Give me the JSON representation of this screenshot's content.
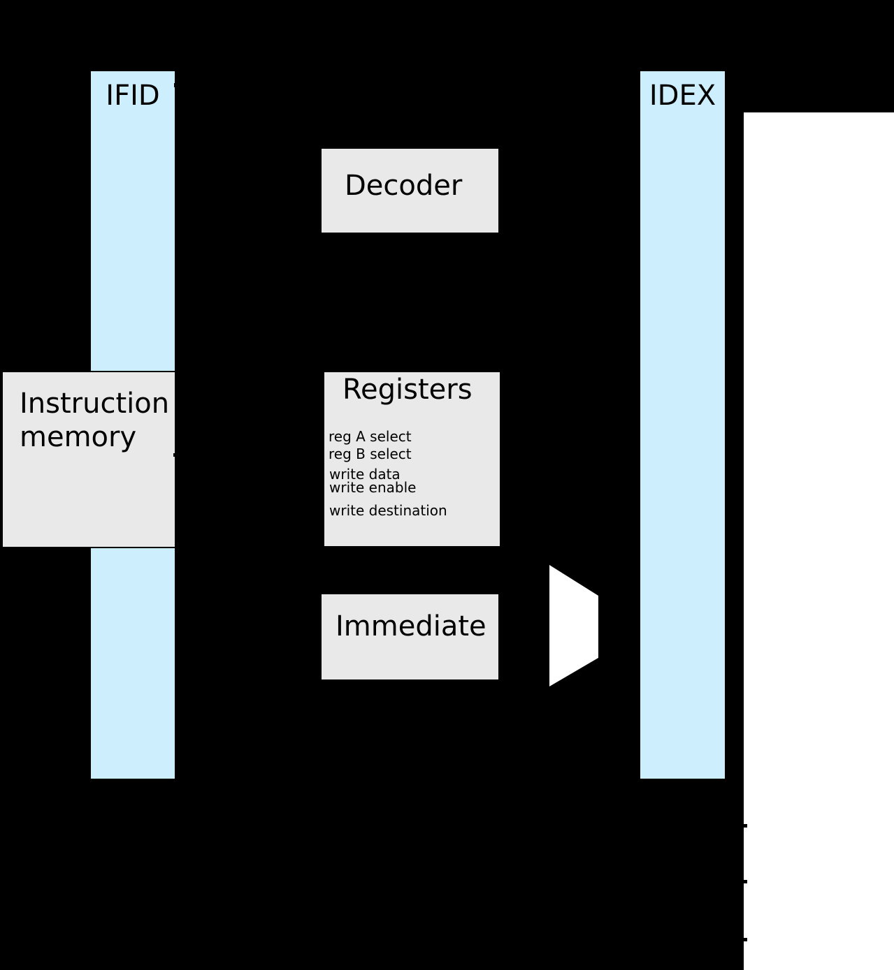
{
  "colors": {
    "background": "#000000",
    "pipeline_register_fill": "#cdeefd",
    "block_fill": "#e9e9e9",
    "block_border": "#000000",
    "mux_fill": "#ffffff",
    "side_panel_fill": "#ffffff",
    "text": "#000000"
  },
  "pipeline_registers": {
    "ifid": {
      "label": "IFID"
    },
    "idex": {
      "label": "IDEX"
    }
  },
  "blocks": {
    "instruction_memory": {
      "label": "Instruction\nmemory"
    },
    "decoder": {
      "label": "Decoder"
    },
    "registers": {
      "label": "Registers",
      "ports": [
        "reg A select",
        "reg B select",
        "write data",
        "write enable",
        "write destination"
      ]
    },
    "immediate": {
      "label": "Immediate"
    }
  }
}
